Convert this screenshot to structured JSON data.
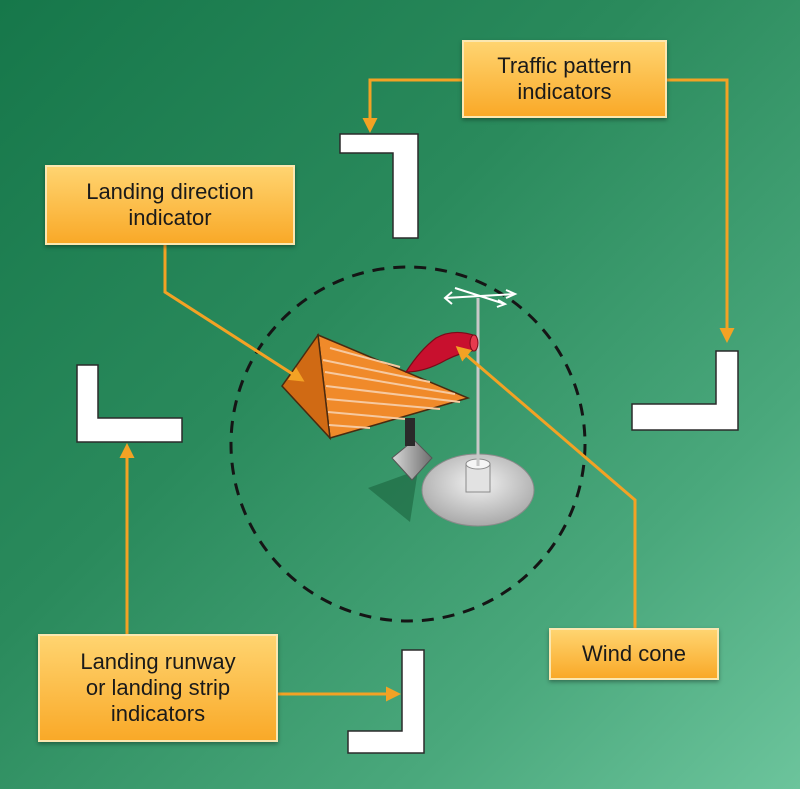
{
  "labels": {
    "traffic_pattern": {
      "line1": "Traffic pattern",
      "line2": "indicators"
    },
    "landing_direction": {
      "line1": "Landing direction",
      "line2": "indicator"
    },
    "landing_runway": {
      "line1": "Landing runway",
      "line2": "or landing strip",
      "line3": "indicators"
    },
    "wind_cone": {
      "line1": "Wind cone"
    }
  },
  "colors": {
    "label_fill": "#f9a928",
    "arrow": "#f3a224",
    "tetrahedron": "#f08a2a",
    "wind_sock": "#c8102e",
    "marker": "#ffffff"
  }
}
